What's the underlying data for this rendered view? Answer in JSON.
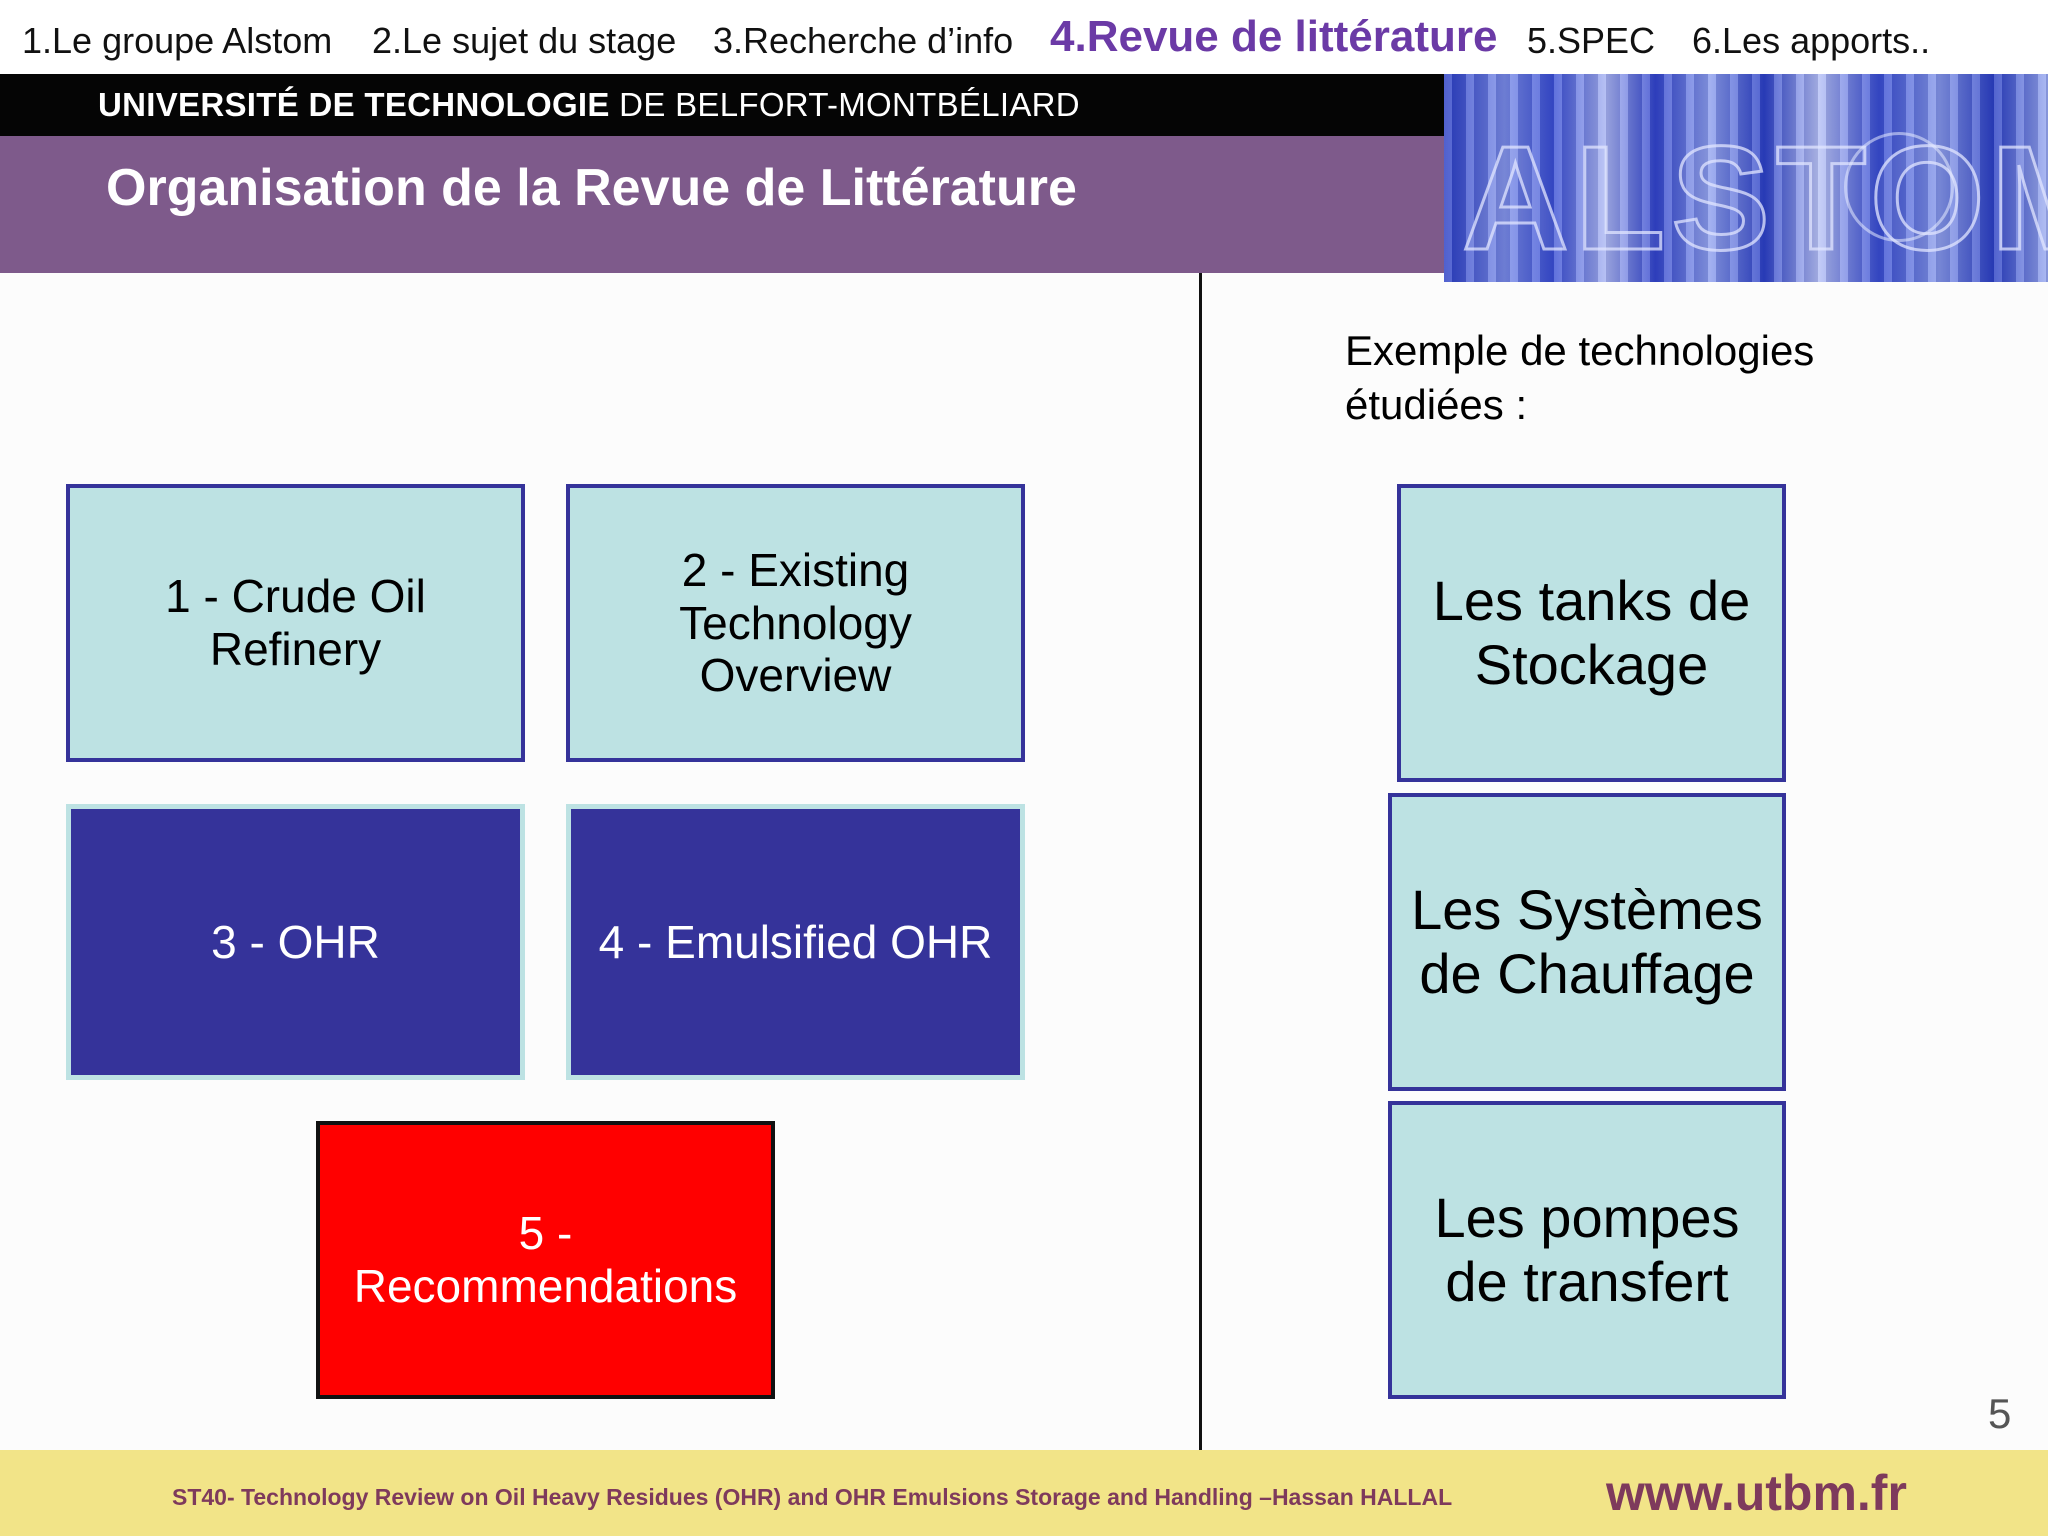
{
  "nav": {
    "items": [
      "1.Le groupe Alstom",
      "2.Le sujet du stage",
      "3.Recherche d’info",
      "4.Revue de littérature",
      "5.SPEC",
      "6.Les apports.."
    ],
    "active_index": 3
  },
  "header": {
    "university_bold": "UNIVERSITÉ DE TECHNOLOGIE",
    "university_rest": " DE BELFORT-MONTBÉLIARD",
    "title": "Organisation de la Revue de Littérature",
    "logo_text": "ALSTOM"
  },
  "left_boxes": [
    {
      "lines": [
        "1 - Crude Oil",
        "Refinery"
      ],
      "style": "light"
    },
    {
      "lines": [
        "2 - Existing",
        "Technology",
        "Overview"
      ],
      "style": "light"
    },
    {
      "lines": [
        "3 - OHR"
      ],
      "style": "dark"
    },
    {
      "lines": [
        "4 - Emulsified OHR"
      ],
      "style": "dark"
    },
    {
      "lines": [
        "5 -",
        "Recommendations"
      ],
      "style": "red"
    }
  ],
  "right": {
    "heading_lines": [
      "Exemple de technologies",
      "étudiées :"
    ],
    "boxes": [
      {
        "lines": [
          "Les tanks de",
          "Stockage"
        ]
      },
      {
        "lines": [
          "Les Systèmes",
          "de Chauffage"
        ]
      },
      {
        "lines": [
          "Les pompes",
          "de transfert"
        ]
      }
    ]
  },
  "page_number": "5",
  "footer": {
    "text": "ST40- Technology Review on Oil Heavy Residues (OHR) and OHR Emulsions Storage and Handling –Hassan HALLAL",
    "url": "www.utbm.fr"
  },
  "colors": {
    "purple_bar": "#7e5a8b",
    "active_nav": "#6b3aa6",
    "light_box": "#bde2e3",
    "dark_box": "#35339a",
    "red_box": "#ff0000",
    "footer_bg": "#f2e488",
    "footer_text": "#7e3a5c"
  }
}
